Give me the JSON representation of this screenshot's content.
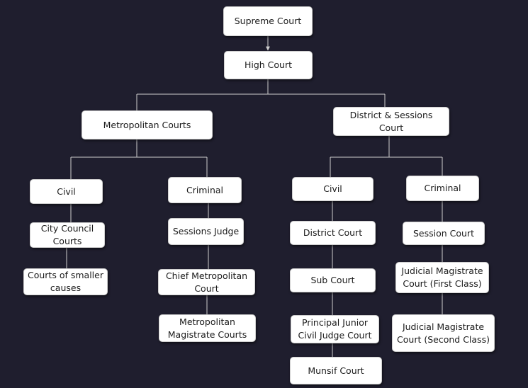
{
  "diagram": {
    "nodes": {
      "supreme": "Supreme Court",
      "high": "High Court",
      "metro": "Metropolitan Courts",
      "district_sessions": "District & Sessions Court",
      "metro_civil": "Civil",
      "metro_criminal": "Criminal",
      "city_council": "City Council Courts",
      "smaller_causes": "Courts of smaller causes",
      "sessions_judge": "Sessions Judge",
      "chief_metro": "Chief Metropolitan Court",
      "metro_magistrate": "Metropolitan Magistrate Courts",
      "ds_civil": "Civil",
      "ds_criminal": "Criminal",
      "district_court": "District Court",
      "sub_court": "Sub Court",
      "principal_junior": "Principal Junior Civil Judge Court",
      "munsif": "Munsif Court",
      "session_court": "Session Court",
      "jm_first": "Judicial Magistrate Court (First Class)",
      "jm_second": "Judicial Magistrate Court (Second Class)"
    },
    "colors": {
      "background": "#1f1e2e",
      "box": "#ffffff",
      "line": "#cfcfcf"
    }
  }
}
